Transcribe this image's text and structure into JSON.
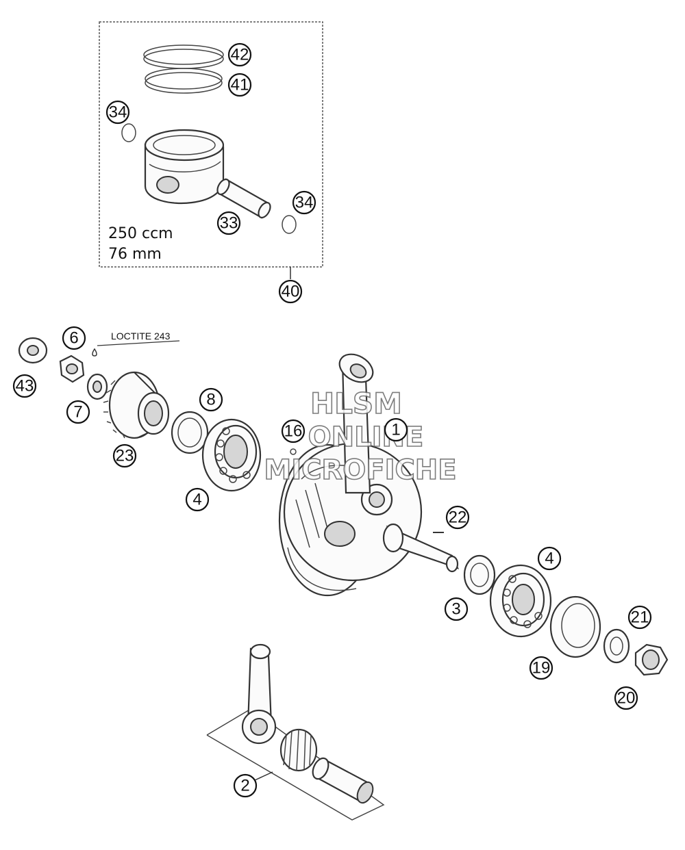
{
  "diagram": {
    "piston_kit_box": {
      "displacement_label": "250 ccm",
      "bore_label": "76 mm"
    },
    "loctite_note": "LOCTITE 243",
    "watermark": {
      "line1": "HLSM",
      "line2": "ONLINE",
      "line3": "MICROFICHE"
    },
    "callouts": [
      {
        "id": "c42",
        "label": "42"
      },
      {
        "id": "c41",
        "label": "41"
      },
      {
        "id": "c34a",
        "label": "34"
      },
      {
        "id": "c34b",
        "label": "34"
      },
      {
        "id": "c33",
        "label": "33"
      },
      {
        "id": "c40",
        "label": "40"
      },
      {
        "id": "c6",
        "label": "6"
      },
      {
        "id": "c43",
        "label": "43"
      },
      {
        "id": "c7",
        "label": "7"
      },
      {
        "id": "c8",
        "label": "8"
      },
      {
        "id": "c23",
        "label": "23"
      },
      {
        "id": "c4a",
        "label": "4"
      },
      {
        "id": "c16",
        "label": "16"
      },
      {
        "id": "c1",
        "label": "1"
      },
      {
        "id": "c22",
        "label": "22"
      },
      {
        "id": "c4b",
        "label": "4"
      },
      {
        "id": "c3",
        "label": "3"
      },
      {
        "id": "c21",
        "label": "21"
      },
      {
        "id": "c19",
        "label": "19"
      },
      {
        "id": "c20",
        "label": "20"
      },
      {
        "id": "c2",
        "label": "2"
      }
    ]
  }
}
